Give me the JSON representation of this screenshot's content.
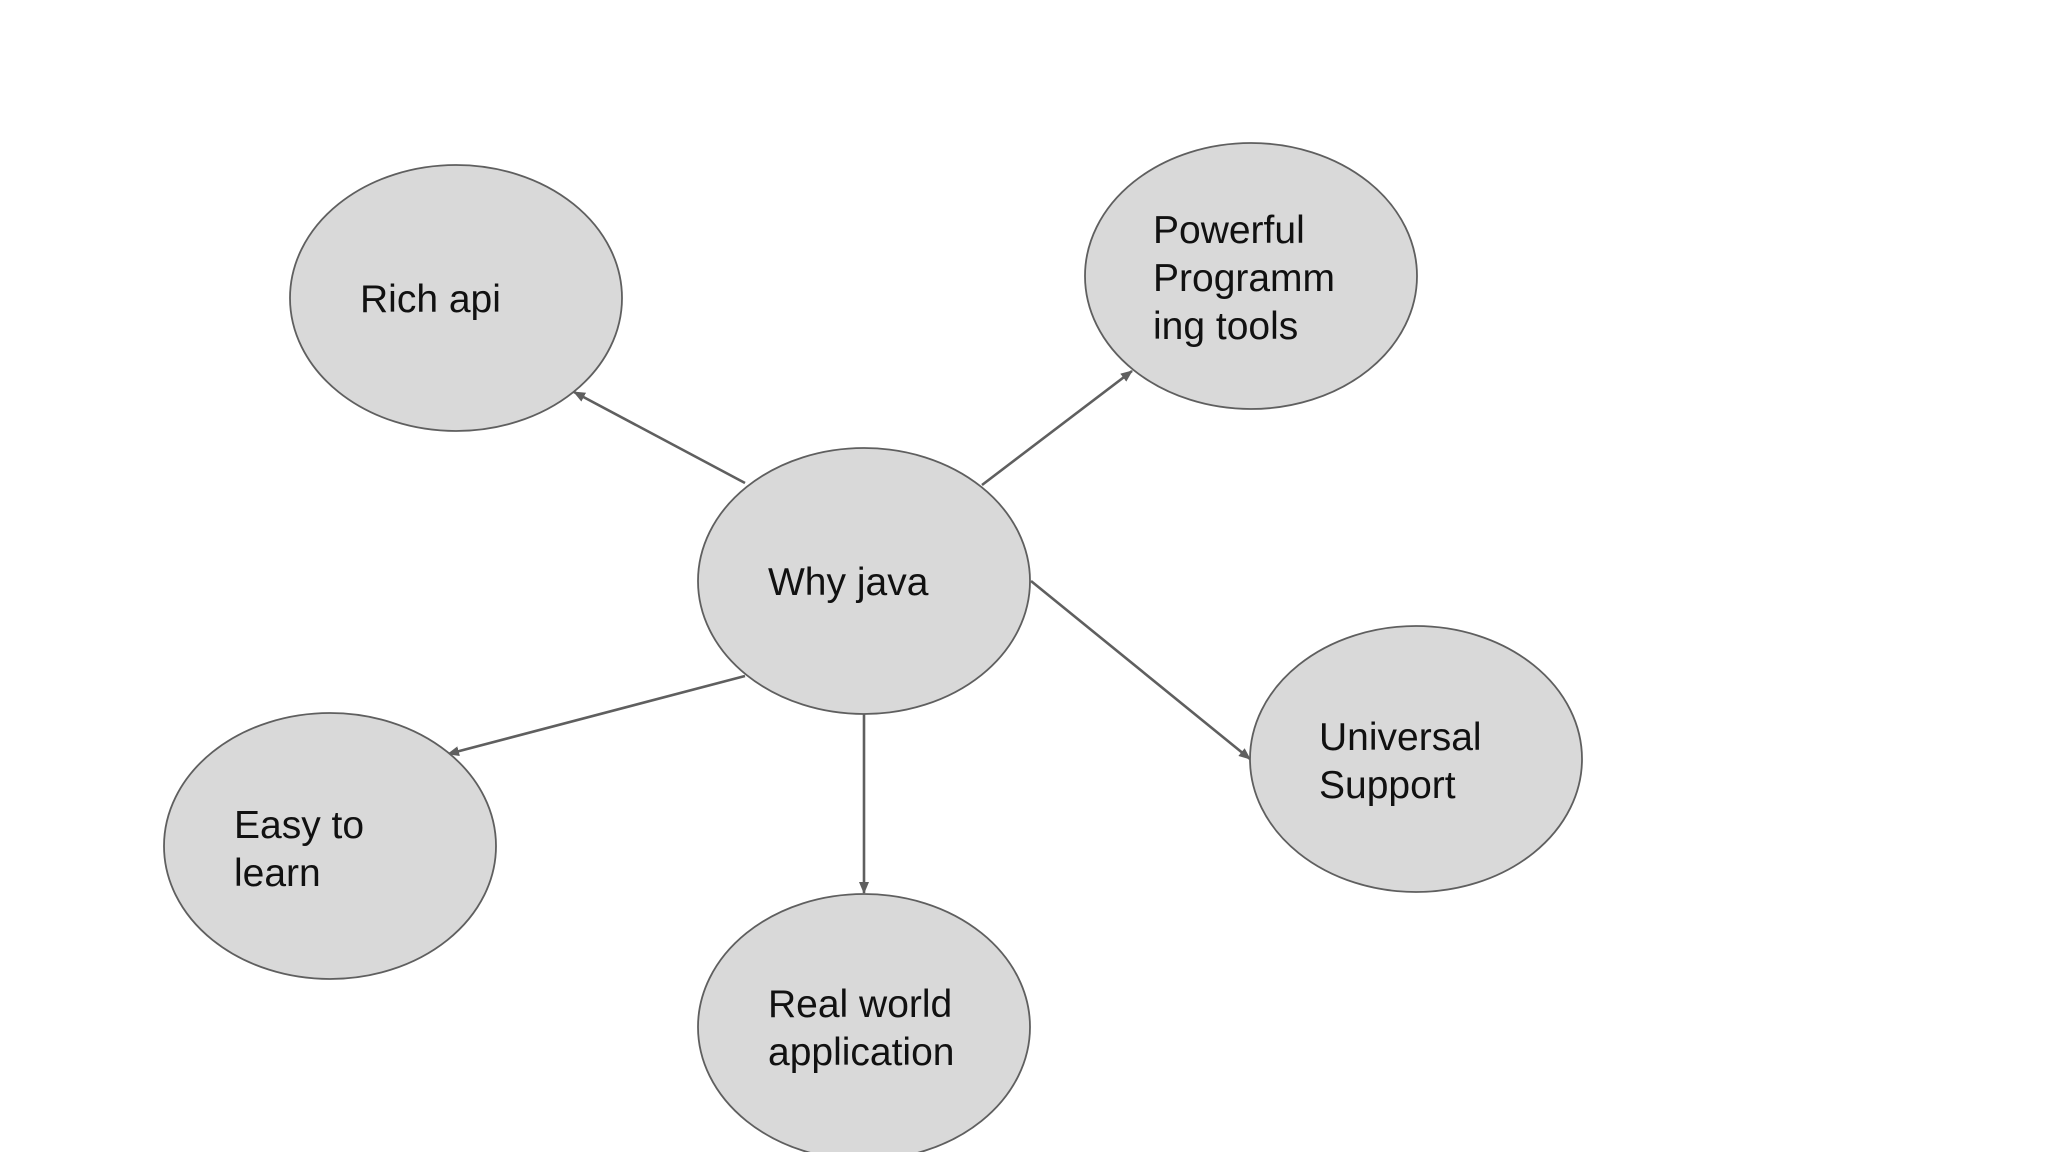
{
  "diagram": {
    "fill_color": "#d9d9d9",
    "stroke_color": "#5f5f5f",
    "text_color": "#111111",
    "background": "#ffffff",
    "center": {
      "id": "why-java",
      "lines": [
        "Why java"
      ]
    },
    "nodes": [
      {
        "id": "rich-api",
        "lines": [
          "Rich api"
        ]
      },
      {
        "id": "powerful-programming-tools",
        "lines": [
          "Powerful",
          "Programm",
          "ing tools"
        ]
      },
      {
        "id": "universal-support",
        "lines": [
          "Universal",
          "Support"
        ]
      },
      {
        "id": "real-world-application",
        "lines": [
          "Real world",
          "application"
        ]
      },
      {
        "id": "easy-to-learn",
        "lines": [
          "Easy to",
          "learn"
        ]
      }
    ],
    "edges": [
      {
        "from": "why-java",
        "to": "rich-api"
      },
      {
        "from": "why-java",
        "to": "powerful-programming-tools"
      },
      {
        "from": "why-java",
        "to": "universal-support"
      },
      {
        "from": "why-java",
        "to": "real-world-application"
      },
      {
        "from": "why-java",
        "to": "easy-to-learn"
      }
    ]
  }
}
